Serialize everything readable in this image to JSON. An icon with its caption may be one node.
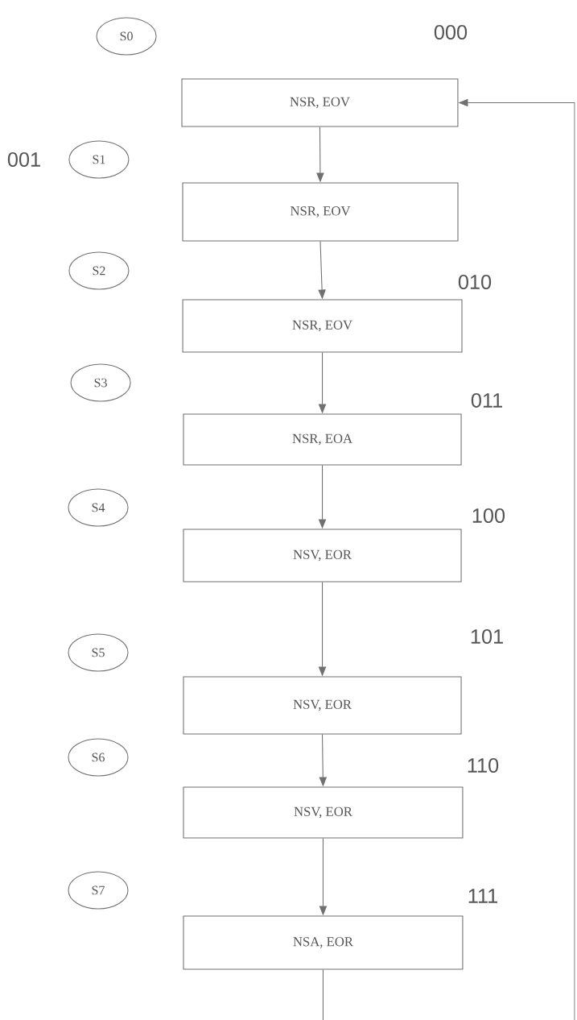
{
  "diagram": {
    "nodes": [
      {
        "text": [
          "S0"
        ]
      },
      {
        "text": [
          "NSR, EOV"
        ]
      },
      {
        "text": [
          "S1"
        ]
      },
      {
        "text": [
          "NSR, EOV"
        ]
      },
      {
        "text": [
          "S2"
        ]
      },
      {
        "text": [
          "NSR, EOV"
        ]
      },
      {
        "text": [
          "S3"
        ]
      },
      {
        "text": [
          "NSR, EOA"
        ]
      },
      {
        "text": [
          "S4"
        ]
      },
      {
        "text": [
          "NSV, EOR"
        ]
      },
      {
        "text": [
          "S5"
        ]
      },
      {
        "text": [
          "NSV, EOR"
        ]
      },
      {
        "text": [
          "S6"
        ]
      },
      {
        "text": [
          "NSV, EOR"
        ]
      },
      {
        "text": [
          "S7"
        ]
      },
      {
        "text": [
          "NSA, EOR"
        ]
      }
    ],
    "edges": [
      {
        "from": 1,
        "to": 3,
        "arrow": "to"
      },
      {
        "from": 3,
        "to": 5,
        "arrow": "to"
      },
      {
        "from": 5,
        "to": 7,
        "arrow": "to"
      },
      {
        "from": 7,
        "to": 9,
        "arrow": "to"
      },
      {
        "from": 9,
        "to": 11,
        "arrow": "to"
      },
      {
        "from": 11,
        "to": 13,
        "arrow": "to"
      },
      {
        "from": 13,
        "to": 15,
        "arrow": "to"
      },
      {
        "from": 15,
        "to": 1,
        "arrow": "to"
      }
    ],
    "labels": [
      "000",
      "001",
      "010",
      "011",
      "100",
      "101",
      "110",
      "111"
    ]
  }
}
